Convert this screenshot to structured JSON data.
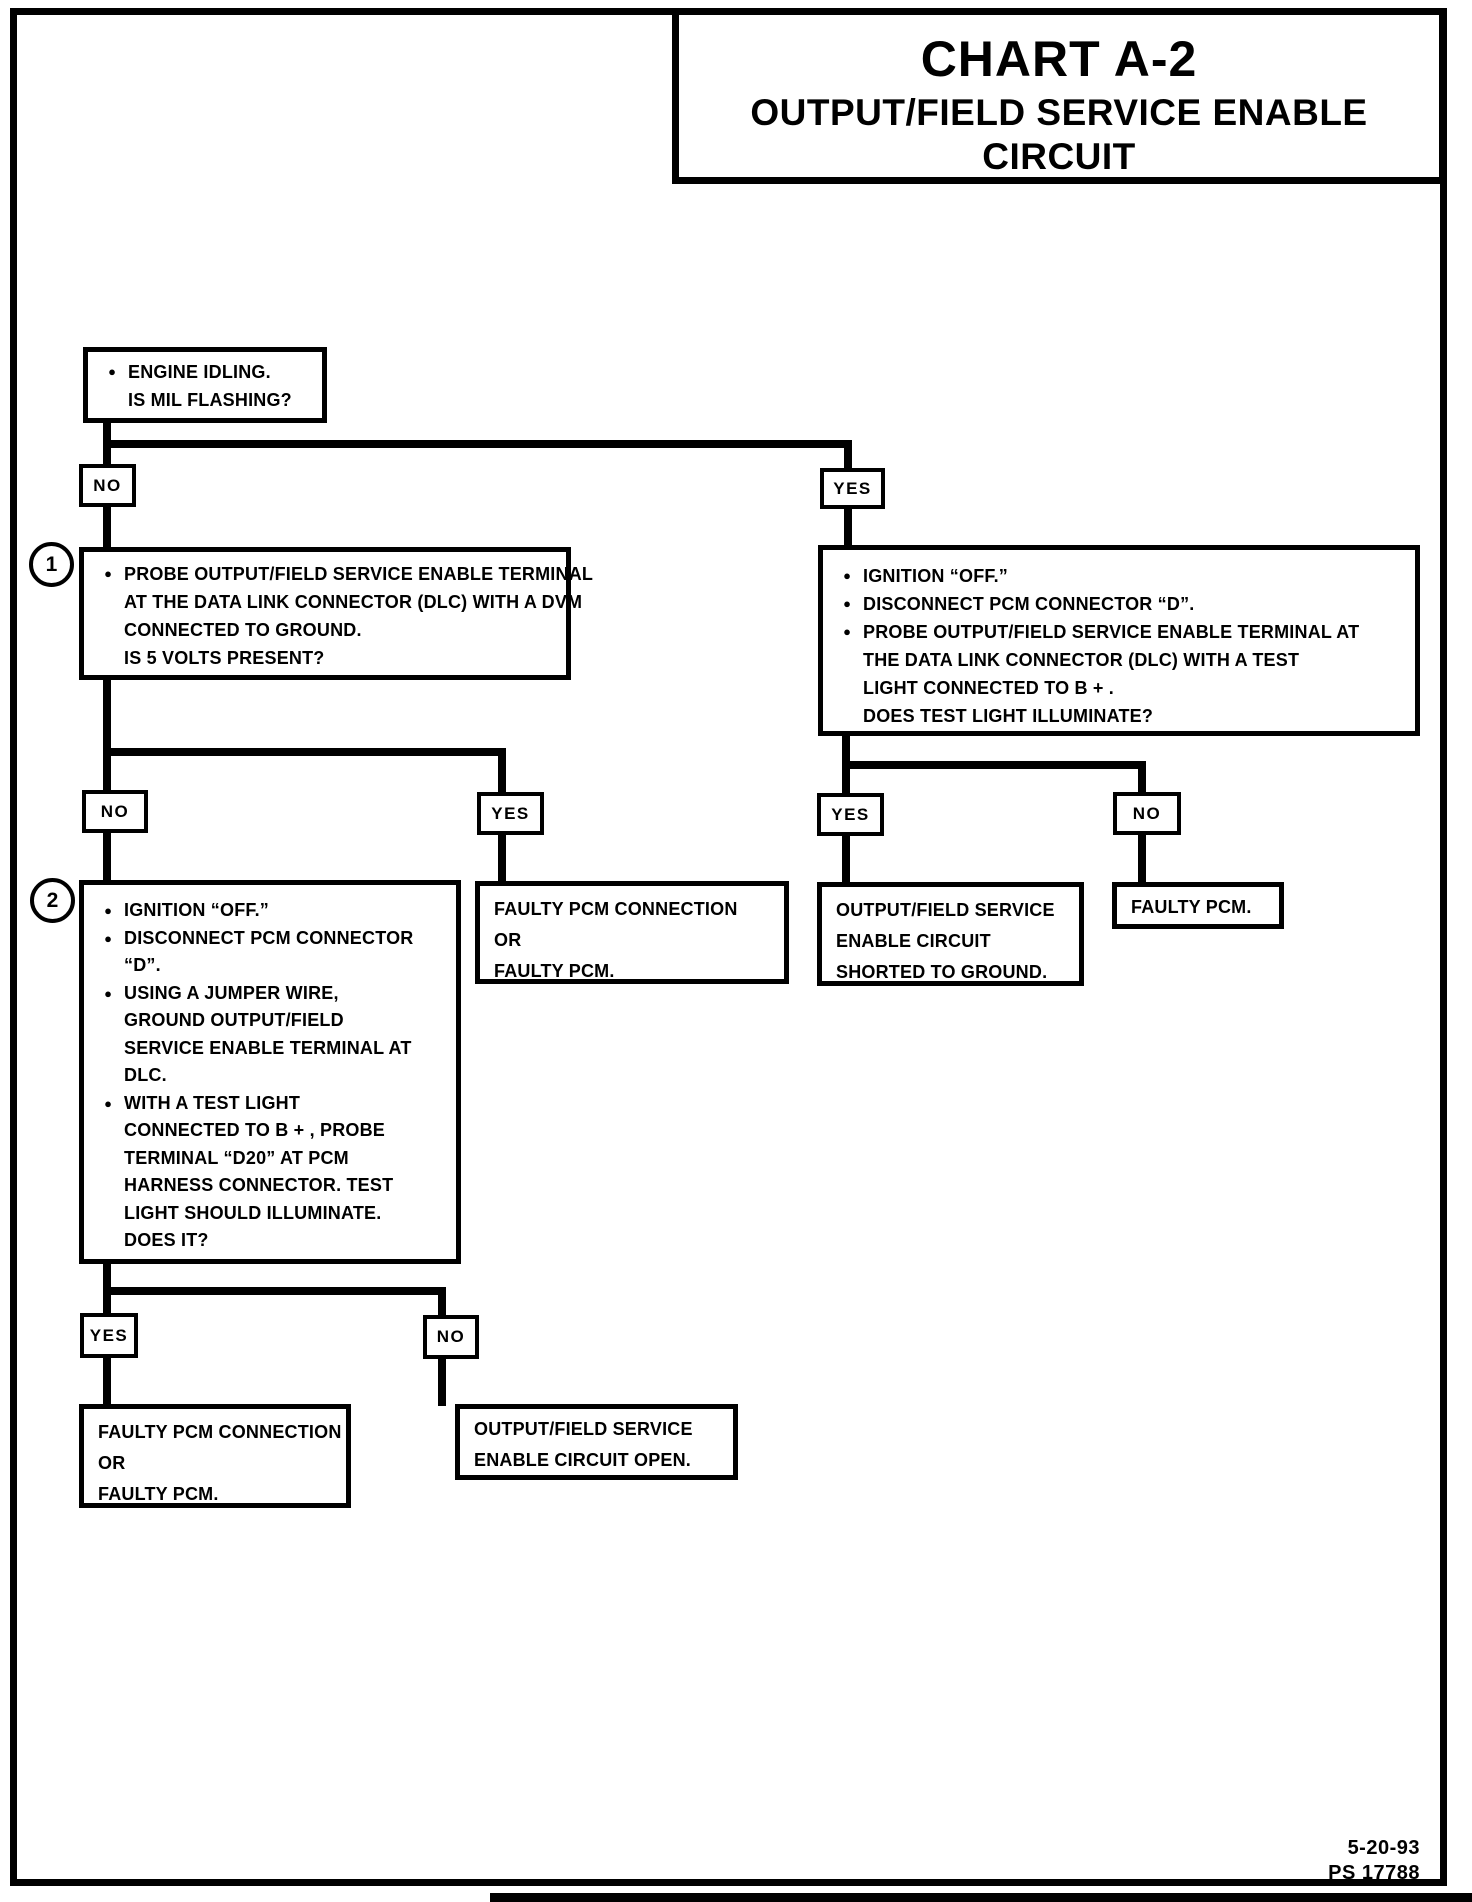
{
  "page": {
    "title": "CHART A-2",
    "subtitle": "OUTPUT/FIELD SERVICE ENABLE CIRCUIT",
    "footer": {
      "date": "5-20-93",
      "code": "PS 17788"
    }
  },
  "glyphs": {
    "bullet": "●"
  },
  "steps": {
    "one": "1",
    "two": "2"
  },
  "branches": {
    "level1": {
      "no": "NO",
      "yes": "YES"
    },
    "level2_left": {
      "no": "NO",
      "yes": "YES"
    },
    "level2_right": {
      "yes": "YES",
      "no": "NO"
    },
    "level3": {
      "yes": "YES",
      "no": "NO"
    }
  },
  "nodes": {
    "start": {
      "lines": [
        {
          "bullet": true,
          "text": "ENGINE IDLING."
        },
        {
          "bullet": false,
          "text": "IS MIL FLASHING?"
        }
      ]
    },
    "probe_dvm": {
      "lines": [
        {
          "bullet": true,
          "text": "PROBE OUTPUT/FIELD SERVICE ENABLE TERMINAL"
        },
        {
          "bullet": false,
          "text": "AT THE DATA LINK CONNECTOR (DLC) WITH A DVM"
        },
        {
          "bullet": false,
          "text": "CONNECTED TO GROUND."
        },
        {
          "bullet": false,
          "text": "IS 5 VOLTS PRESENT?"
        }
      ]
    },
    "ignition_test_light": {
      "lines": [
        {
          "bullet": true,
          "text": "IGNITION “OFF.”"
        },
        {
          "bullet": true,
          "text": "DISCONNECT PCM CONNECTOR “D”."
        },
        {
          "bullet": true,
          "text": "PROBE OUTPUT/FIELD SERVICE ENABLE TERMINAL AT"
        },
        {
          "bullet": false,
          "text": "THE DATA LINK CONNECTOR (DLC) WITH A TEST"
        },
        {
          "bullet": false,
          "text": "LIGHT CONNECTED TO B + ."
        },
        {
          "bullet": false,
          "text": "DOES TEST LIGHT ILLUMINATE?"
        }
      ]
    },
    "ground_jumper": {
      "lines": [
        {
          "bullet": true,
          "text": "IGNITION “OFF.”"
        },
        {
          "bullet": true,
          "text": "DISCONNECT PCM CONNECTOR"
        },
        {
          "bullet": false,
          "text": "“D”."
        },
        {
          "bullet": true,
          "text": "USING A JUMPER WIRE,"
        },
        {
          "bullet": false,
          "text": "GROUND OUTPUT/FIELD"
        },
        {
          "bullet": false,
          "text": "SERVICE ENABLE TERMINAL AT"
        },
        {
          "bullet": false,
          "text": "DLC."
        },
        {
          "bullet": true,
          "text": "WITH A TEST LIGHT"
        },
        {
          "bullet": false,
          "text": "CONNECTED TO B + , PROBE"
        },
        {
          "bullet": false,
          "text": "TERMINAL “D20” AT PCM"
        },
        {
          "bullet": false,
          "text": "HARNESS CONNECTOR. TEST"
        },
        {
          "bullet": false,
          "text": "LIGHT SHOULD ILLUMINATE."
        },
        {
          "bullet": false,
          "text": "DOES IT?"
        }
      ]
    },
    "faulty_pcm_connection_mid": {
      "lines": [
        {
          "bullet": false,
          "text": "FAULTY PCM CONNECTION"
        },
        {
          "bullet": false,
          "text": "OR"
        },
        {
          "bullet": false,
          "text": "FAULTY PCM."
        }
      ]
    },
    "shorted_to_ground": {
      "lines": [
        {
          "bullet": false,
          "text": "OUTPUT/FIELD SERVICE"
        },
        {
          "bullet": false,
          "text": "ENABLE CIRCUIT"
        },
        {
          "bullet": false,
          "text": "SHORTED TO GROUND."
        }
      ]
    },
    "faulty_pcm": {
      "lines": [
        {
          "bullet": false,
          "text": "FAULTY PCM."
        }
      ]
    },
    "faulty_pcm_connection_bottom": {
      "lines": [
        {
          "bullet": false,
          "text": "FAULTY PCM CONNECTION"
        },
        {
          "bullet": false,
          "text": "OR"
        },
        {
          "bullet": false,
          "text": "FAULTY PCM."
        }
      ]
    },
    "circuit_open": {
      "lines": [
        {
          "bullet": false,
          "text": "OUTPUT/FIELD SERVICE"
        },
        {
          "bullet": false,
          "text": "ENABLE CIRCUIT OPEN."
        }
      ]
    }
  }
}
